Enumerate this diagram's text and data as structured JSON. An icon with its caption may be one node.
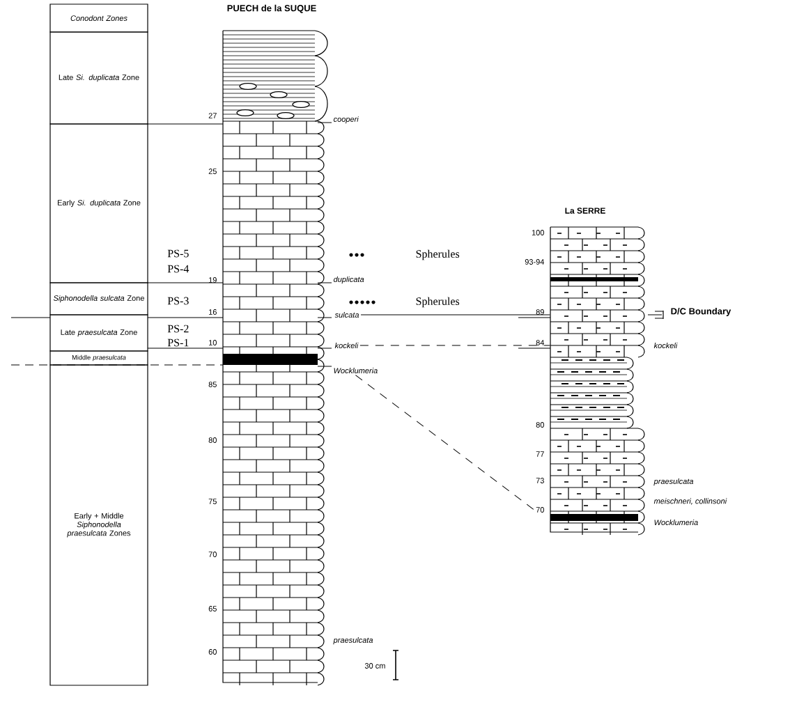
{
  "diagram": {
    "nodes": [
      {
        "text": [
          "Conodont Zones"
        ]
      },
      {
        "text": [
          "Late *Si. duplicata* Zone"
        ]
      },
      {
        "text": [
          "Early *Si. duplicata* Zone"
        ]
      },
      {
        "text": [
          "*Siphonodella sulcata* Zone"
        ]
      },
      {
        "text": [
          "Late *praesulcata* Zone"
        ]
      },
      {
        "text": [
          "Middle *praesulcata*"
        ]
      },
      {
        "text": [
          "Early + Middle *Siphonodella praesulcata* Zones"
        ]
      },
      {
        "text": [
          "PUECH de la SUQUE"
        ]
      },
      {
        "text": [
          "La SERRE"
        ]
      },
      {
        "text": [
          "sulcata"
        ]
      },
      {
        "text": [
          "kockeli"
        ]
      },
      {
        "text": [
          "Wocklumeria"
        ]
      },
      {
        "text": [
          "70"
        ]
      }
    ],
    "edges": [
      {
        "from": 9,
        "to": 8,
        "arrow": "none"
      },
      {
        "from": 10,
        "to": 8,
        "arrow": "none",
        "style": "dashed"
      },
      {
        "from": 11,
        "to": 12,
        "arrow": "none",
        "style": "dashed"
      }
    ],
    "labels": [
      "27",
      "cooperi",
      "25",
      "PS-5",
      "Spherules",
      "PS-4",
      "19",
      "duplicata",
      "100",
      "93-94",
      "PS-3",
      "Spherules",
      "16",
      "89",
      "D/C Boundary",
      "PS-2",
      "84",
      "kockeli",
      "PS-1",
      "10",
      "85",
      "80",
      "80",
      "77",
      "73",
      "praesulcata",
      "meischneri, collinsoni",
      "Wocklumeria",
      "75",
      "70",
      "65",
      "praesulcata",
      "60",
      "30 cm"
    ]
  }
}
